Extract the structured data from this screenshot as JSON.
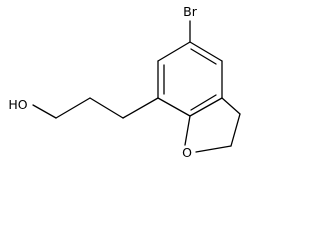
{
  "structure": {
    "atoms": {
      "bromine": "Br",
      "hydroxyl": "HO",
      "ring_oxygen": "O"
    }
  }
}
